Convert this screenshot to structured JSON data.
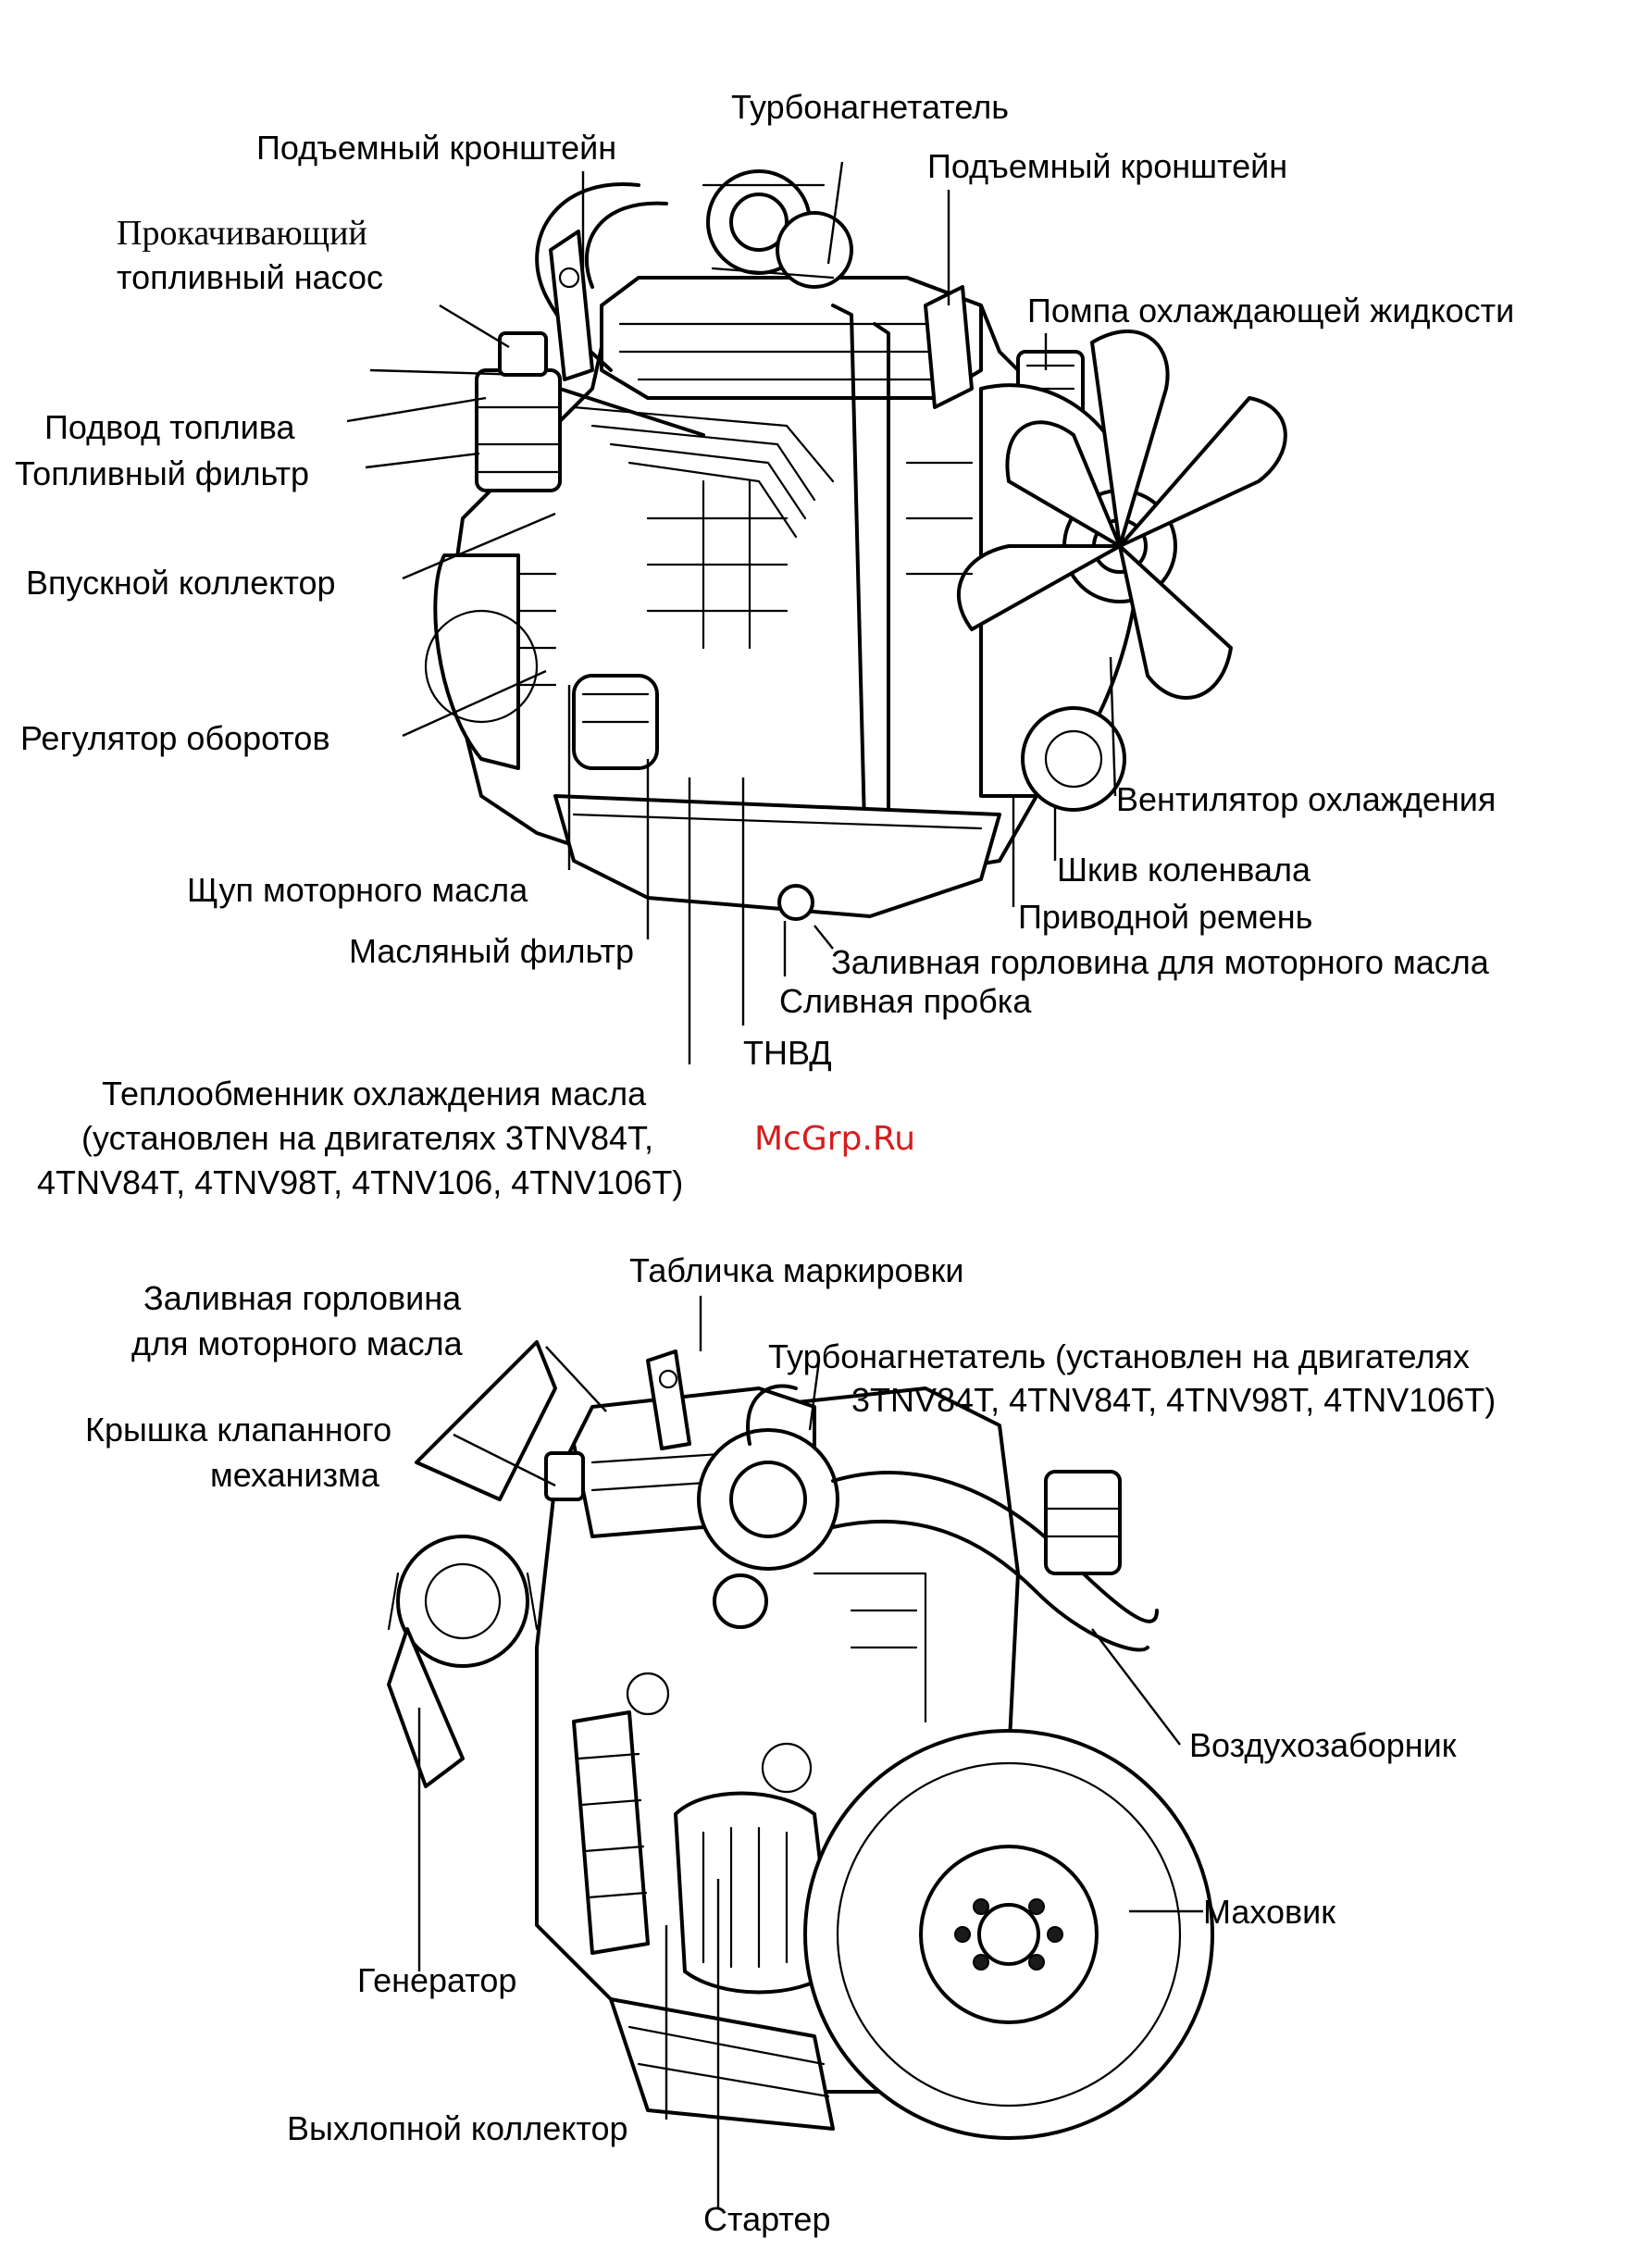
{
  "diagram": {
    "watermark": "McGrp.Ru",
    "top_view": {
      "labels": {
        "turbocharger": "Турбонагнетатель",
        "lifting_bracket_left": "Подъемный кронштейн",
        "lifting_bracket_right": "Подъемный кронштейн",
        "priming_pump_line1": "Прокачивающий",
        "priming_pump_line2": "топливный насос",
        "coolant_pump": "Помпа охлаждающей жидкости",
        "fuel_inlet": "Подвод топлива",
        "fuel_filter": "Топливный фильтр",
        "intake_manifold": "Впускной коллектор",
        "governor": "Регулятор оборотов",
        "cooling_fan": "Вентилятор охлаждения",
        "crankshaft_pulley": "Шкив коленвала",
        "dipstick": "Щуп моторного масла",
        "drive_belt": "Приводной ремень",
        "oil_filler": "Заливная горловина для моторного масла",
        "oil_filter": "Масляный фильтр",
        "drain_plug": "Сливная пробка",
        "injection_pump": "ТНВД",
        "oil_cooler_line1": "Теплообменник охлаждения масла",
        "oil_cooler_line2": "(установлен на двигателях 3TNV84T,",
        "oil_cooler_line3": "4TNV84T, 4TNV98T, 4TNV106, 4TNV106T)"
      }
    },
    "bottom_view": {
      "labels": {
        "nameplate": "Табличка маркировки",
        "oil_filler_line1": "Заливная горловина",
        "oil_filler_line2": "для моторного масла",
        "turbo_line1": "Турбонагнетатель (установлен на двигателях",
        "turbo_line2": "3TNV84T, 4TNV84T, 4TNV98T, 4TNV106T)",
        "valve_cover_line1": "Крышка клапанного",
        "valve_cover_line2": "механизма",
        "air_intake": "Воздухозаборник",
        "flywheel": "Маховик",
        "alternator": "Генератор",
        "exhaust_manifold": "Выхлопной коллектор",
        "starter": "Стартер"
      }
    }
  }
}
